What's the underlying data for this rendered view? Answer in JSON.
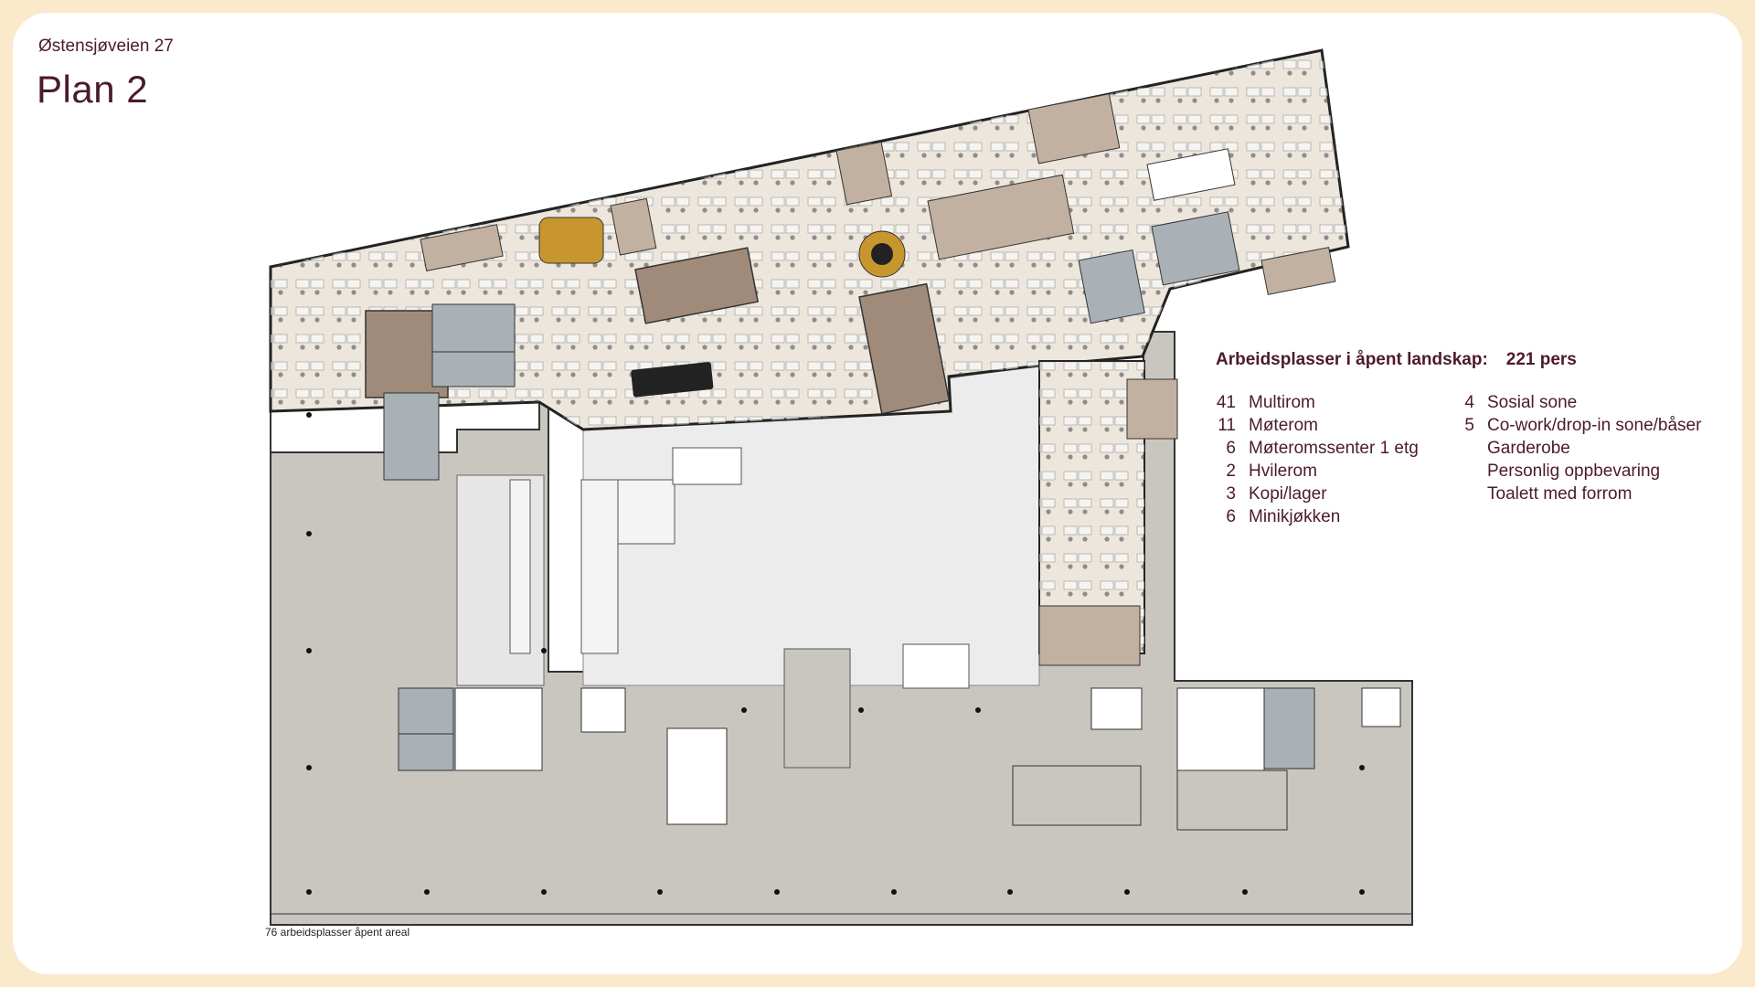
{
  "header": {
    "address": "Østensjøveien 27",
    "plan_title": "Plan 2"
  },
  "summary": {
    "label": "Arbeidsplasser i åpent landskap:",
    "value": "221 pers"
  },
  "legend_left": [
    {
      "count": "41",
      "label": "Multirom"
    },
    {
      "count": "11",
      "label": "Møterom"
    },
    {
      "count": "6",
      "label": "Møteromssenter 1 etg"
    },
    {
      "count": "2",
      "label": "Hvilerom"
    },
    {
      "count": "3",
      "label": "Kopi/lager"
    },
    {
      "count": "6",
      "label": "Minikjøkken"
    }
  ],
  "legend_right": [
    {
      "count": "4",
      "label": "Sosial sone"
    },
    {
      "count": "5",
      "label": "Co-work/drop-in sone/båser"
    },
    {
      "count": "",
      "label": "Garderobe"
    },
    {
      "count": "",
      "label": "Personlig oppbevaring"
    },
    {
      "count": "",
      "label": "Toalett med forrom"
    }
  ],
  "footnote": "76 arbeidsplasser åpent areal",
  "colors": {
    "page_background": "#fbe9cc",
    "text": "#4b1b2b",
    "open_office_floor": "#ece6dd",
    "unfurnished_floor": "#c9c6bf",
    "meeting_room": "#a08b7a",
    "multiroom": "#c2b1a0",
    "wc": "#a9b1b6",
    "social_zone": "#c8962e",
    "atrium": "#ececec"
  }
}
